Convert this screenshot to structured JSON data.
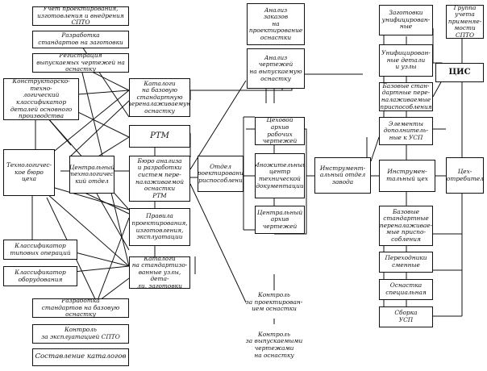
{
  "diagram": {
    "column_1": {
      "uchet": "Учет проектирования,\nизготовления и внедрения СПТО",
      "razrabotka_zagotovki": "Разработка\nстандартов на заготовки",
      "registratsiya": "Регистрация\nвыпускаемых чертежей на оснастку",
      "klassifikator_detaley": "Конструкторско-техно-\nлогический\nклассификатор\nдеталей основного\nпроизводства",
      "tekh_byuro": "Технологичес-\nкое бюро\nцеха",
      "klassifikator_operatsiy": "Классификатор\nтиповых операций",
      "klassifikator_oborudovaniya": "Классификатор\nоборудования",
      "razrabotka_baza": "Разработка\nстандартов на базовую оснастку",
      "kontrol_ekspluatatsii": "Контроль\nза эксплуатацией СПТО",
      "sostavlenie_katalogov": "Составление каталогов"
    },
    "column_2": {
      "tsentr_tekh_otdel": "Центральный\nтехнологичес-\nкий отдел",
      "katalogi_baza": "Каталоги\nна базовую\nстандартную\nпереналаживаемую\nоснастку",
      "rtm": "РТМ",
      "byuro_analiza": "Бюро анализа\nи разработки\nсистем пере-\nналаживаемой\nоснастки\nРТМ",
      "pravila": "Правила\nпроектирования,\nизготовления,\nэксплуатации",
      "katalogi_uzly": "Каталоги\nна стандартизо-\nванные узлы, дета-\nли, заготовки"
    },
    "column_3": {
      "analiz_zakazov": "Анализ\nзаказов\nна проектирование\nоснастки",
      "analiz_chertezhey": "Анализ\nчертежей\nна выпускаемую\nоснастку",
      "otdel_proektirovaniya": "Отдел\nпроектирования\nприспособлений",
      "tsekhovoy_arkhiv": "Цеховой архив\nрабочих\nчертежей",
      "mnozhitelnyy_tsentr": "Множительный\nцентр\nтехнической\nдокументации",
      "tsentr_arkhiv": "Центральный\nархив\nчертежей",
      "kontrol_proektirovaniya": "Контроль\nза проектирован-\nием оснастки",
      "kontrol_chertezhey": "Контроль\nза выпускаемыми\nчертежами\nна оснастку"
    },
    "column_4": {
      "instr_otdel": "Инструмент-\nальный отдел\nзавода",
      "zagotovki_unif": "Заготовки\nунифицирован-\nные",
      "unif_detali": "Унифицирован-\nные детали\nи узлы",
      "bazovye_standartnye": "Базовые стан-\nдартные пере-\nналаживаемые\nприспособления",
      "elementy_usp": "Элементы\nдополнитель-\nные к УСП",
      "instr_tsekh": "Инструмен-\nтальный цех",
      "bazovye_standartnye_2": "Базовые\nстандартные\nпереналаживае-\nмые приспо-\nсобления",
      "perekhodniki": "Переходники\nсменные",
      "osnastka_spets": "Оснастка\nспециальная",
      "sborka_usp": "Сборка\nУСП"
    },
    "column_5": {
      "gruppa_ucheta": "Группа учета\nприменяе-\nмости СПТО",
      "tsis": "ЦИС",
      "tsekh_potrebitel": "Цех-\nпотребитель"
    }
  }
}
